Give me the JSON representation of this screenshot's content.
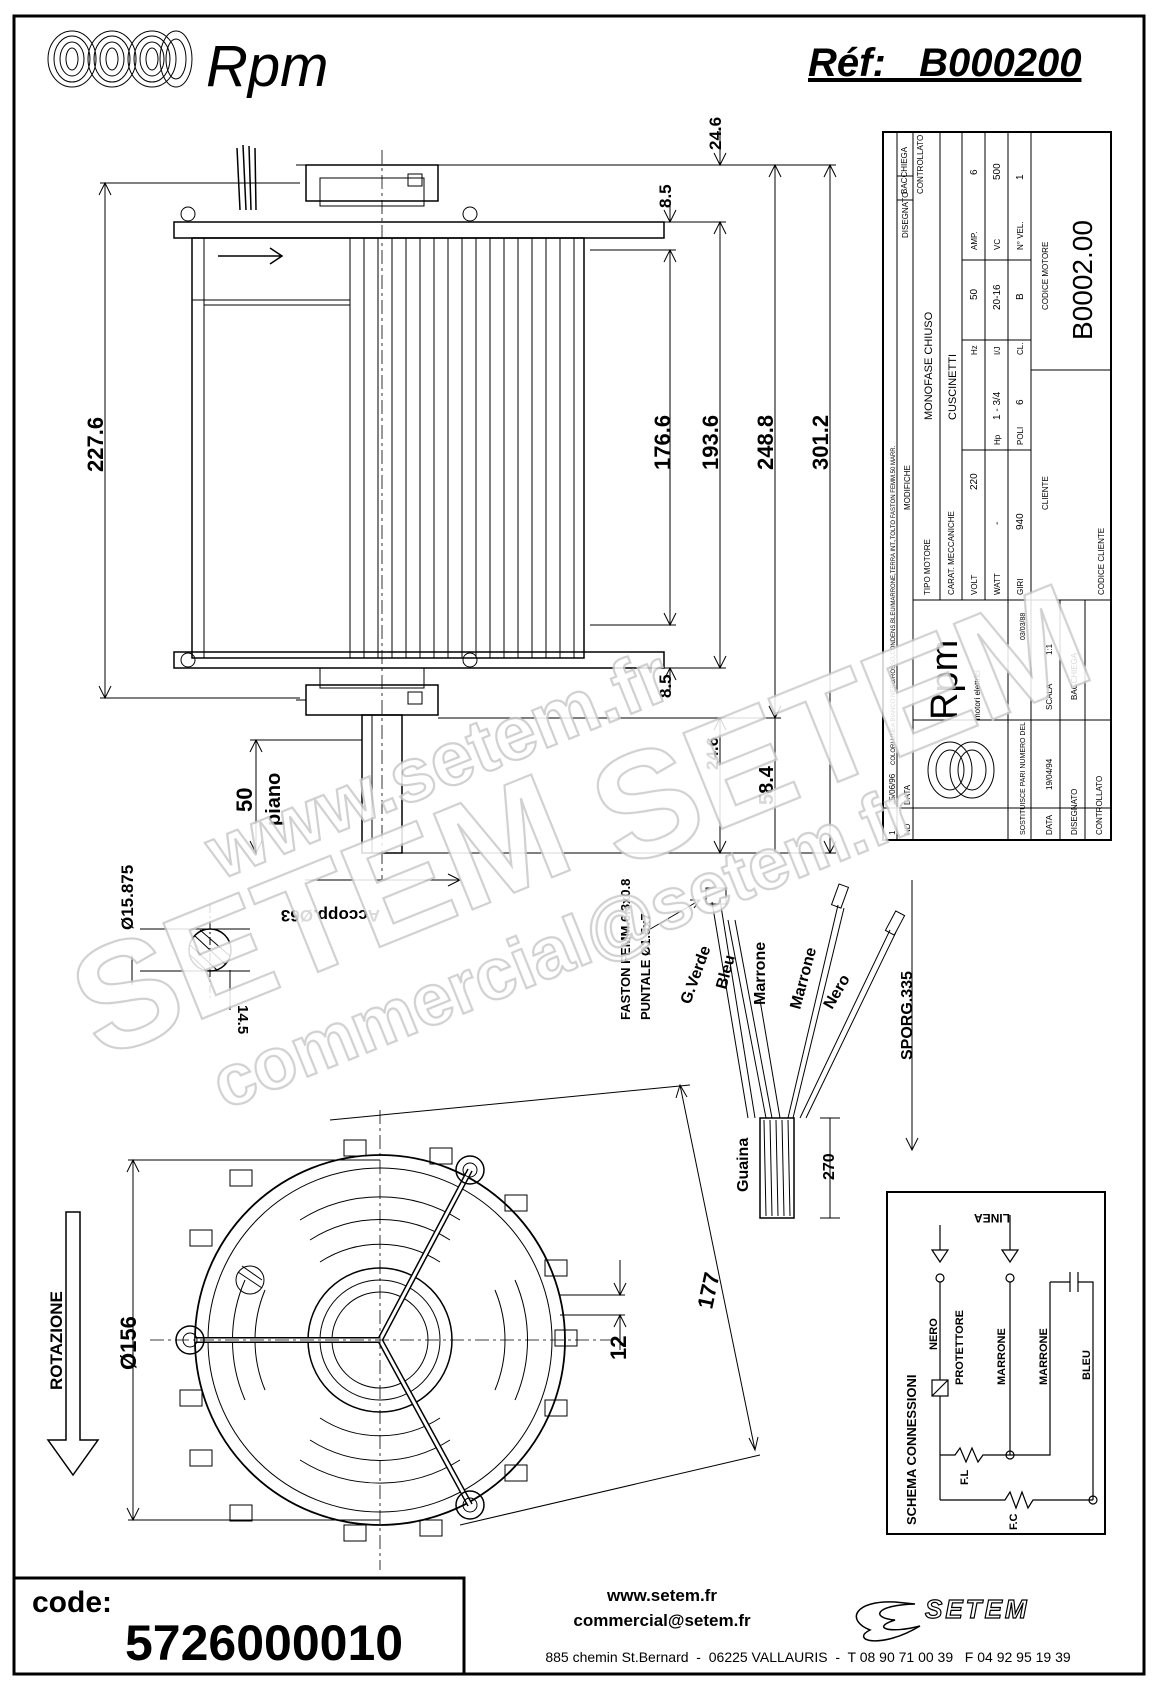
{
  "header": {
    "brand": "Rpm",
    "ref": "Réf:   B000200"
  },
  "dimensions": {
    "d1": "24.6",
    "d2": "8.5",
    "d3": "227.6",
    "d4": "176.6",
    "d5": "193.6",
    "d6": "248.8",
    "d7": "301.2",
    "d8": "8.5",
    "d9": "24.6",
    "d10": "58.4",
    "d11": "50",
    "piano": "piano",
    "shaft_dia": "Ø15.875",
    "accopp": "Accopp.Ø63",
    "flat": "14.5",
    "dia156": "Ø156",
    "dia177": "177",
    "d12": "12",
    "sporg": "SPORG.335",
    "d270": "270",
    "rotazione": "ROTAZIONE"
  },
  "wires": {
    "faston": "FASTON FEMM.6.3x0.8",
    "puntale": "PUNTALE Ø1.5x7",
    "guaina": "Guaina",
    "labels": [
      "G.Verde",
      "Bleu",
      "Marrone",
      "Marrone",
      "Nero"
    ]
  },
  "titleblock": {
    "bacchiega": "BACCHIEGA",
    "controllato_top": "CONTROLLATO",
    "disegnato_top": "DISEGNATO",
    "rev_n": "1",
    "rev_date": "25/06/96",
    "rev_text": "COLORI LINEA BIANCO NERO/ROSSO,CONDENS.BLEU/MARRONE,TERRA INT.,TOLTO FASTON FEMM.50 MARR.",
    "nd": "ND",
    "data": "DATA",
    "modifiche": "MODIFICHE",
    "tipo_motore": "TIPO MOTORE",
    "tipo_motore_val": "MONOFASE CHIUSO",
    "carat": "CARAT. MECCANICHE",
    "carat_val": "CUSCINETTI",
    "volt": "VOLT",
    "volt_val": "220",
    "hz": "Hz",
    "hz_val": "50",
    "amp": "AMP.",
    "amp_val": "6",
    "watt": "WATT",
    "watt_val": "-",
    "hp": "Hp",
    "hp_val": "1 - 3/4",
    "ig": "I/J",
    "ig_val": "20-16",
    "vc": "VC",
    "vc_val": "500",
    "giri": "GIRI",
    "giri_val": "940",
    "poli": "POLI",
    "poli_val": "6",
    "cl": "CL.",
    "cl_val": "B",
    "nvel": "N° VEL.",
    "nvel_val": "1",
    "cliente": "CLIENTE",
    "codice_motore": "CODICE MOTORE",
    "codice_motore_val": "B0002.00",
    "codice_cliente": "CODICE CLIENTE",
    "sostituisce": "SOSTITUISCE PARI NUMERO DEL",
    "sostituisce_val": "03/03/88",
    "data2": "DATA",
    "data2_val": "19/04/94",
    "scala": "SCALA",
    "scala_val": "1:1",
    "disegnato": "DISEGNATO",
    "disegnato_val": "BACCHIEGA",
    "controllato": "CONTROLLATO",
    "logo_text": "Rpm",
    "logo_sub": "motori elettrici"
  },
  "schema": {
    "title": "SCHEMA CONNESSIONI",
    "linea": "LINEA",
    "nero": "NERO",
    "protettore": "PROTETTORE",
    "marrone1": "MARRONE",
    "marrone2": "MARRONE",
    "bleu": "BLEU",
    "fl": "F.L",
    "fc": "F.C"
  },
  "watermark": {
    "www": "www.setem.fr",
    "setem": "SETEM",
    "email": "commercial@setem.fr"
  },
  "footer": {
    "code_label": "code:",
    "code_value": "5726000010",
    "web": "www.setem.fr",
    "email": "commercial@setem.fr",
    "address": "885 chemin St.Bernard  -  06225 VALLAURIS  -  T 08 90 71 00 39   F 04 92 95 19 39",
    "logo": "SETEM"
  }
}
